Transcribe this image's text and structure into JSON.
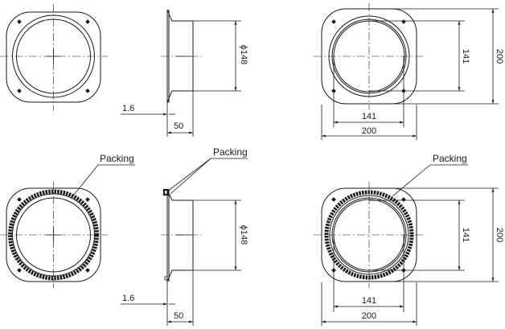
{
  "labels": {
    "packing": "Packing"
  },
  "dims": {
    "thickness": "1.6",
    "depth": "50",
    "diameter": "ϕ148",
    "inner": "141",
    "outer": "200"
  }
}
